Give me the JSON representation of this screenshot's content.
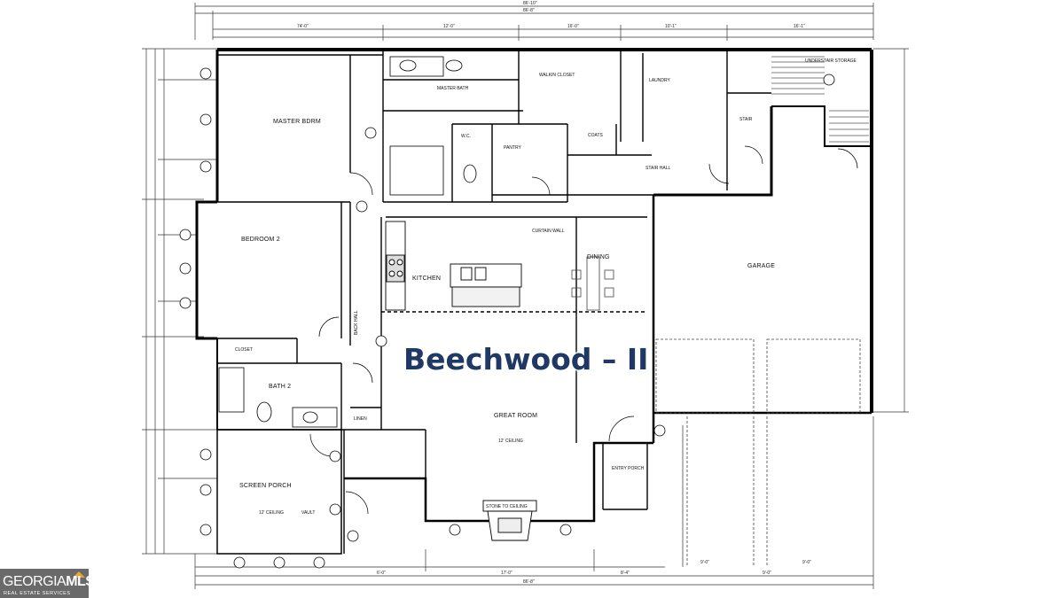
{
  "plan_title": "Beechwood – II",
  "rooms": {
    "master_bdrm": "MASTER BDRM",
    "master_bath": "MASTER BATH",
    "walkin_closet": "WALKIN CLOSET",
    "laundry": "LAUNDRY",
    "under_stair_storage": "UNDERSTAIR STORAGE",
    "wc": "W.C.",
    "pantry": "PANTRY",
    "coats": "COATS",
    "stair": "STAIR",
    "stair_hall": "STAIR HALL",
    "bedroom_2": "BEDROOM 2",
    "kitchen": "KITCHEN",
    "dining": "DINING",
    "garage": "GARAGE",
    "back_hall": "BACK HALL",
    "closet": "CLOSET",
    "bath_2": "BATH 2",
    "linen": "LINEN",
    "great_room": "GREAT ROOM",
    "screen_porch": "SCREEN PORCH",
    "entry_porch": "ENTRY PORCH"
  },
  "notes": {
    "great_room_ceiling": "12' CEILING",
    "screen_porch_ceiling": "12' CEILING",
    "vault": "VAULT",
    "stone_to_ceiling": "STONE TO CEILING",
    "curtain_wall": "CURTAIN WALL"
  },
  "logo": {
    "brand_main": "GEORGIA",
    "brand_mls": "MLS",
    "tagline": "REAL ESTATE SERVICES"
  },
  "colors": {
    "title": "#1f3864",
    "wall": "#000000",
    "logo_bg": "#6a6a6a",
    "logo_accent": "#e8a33d"
  }
}
